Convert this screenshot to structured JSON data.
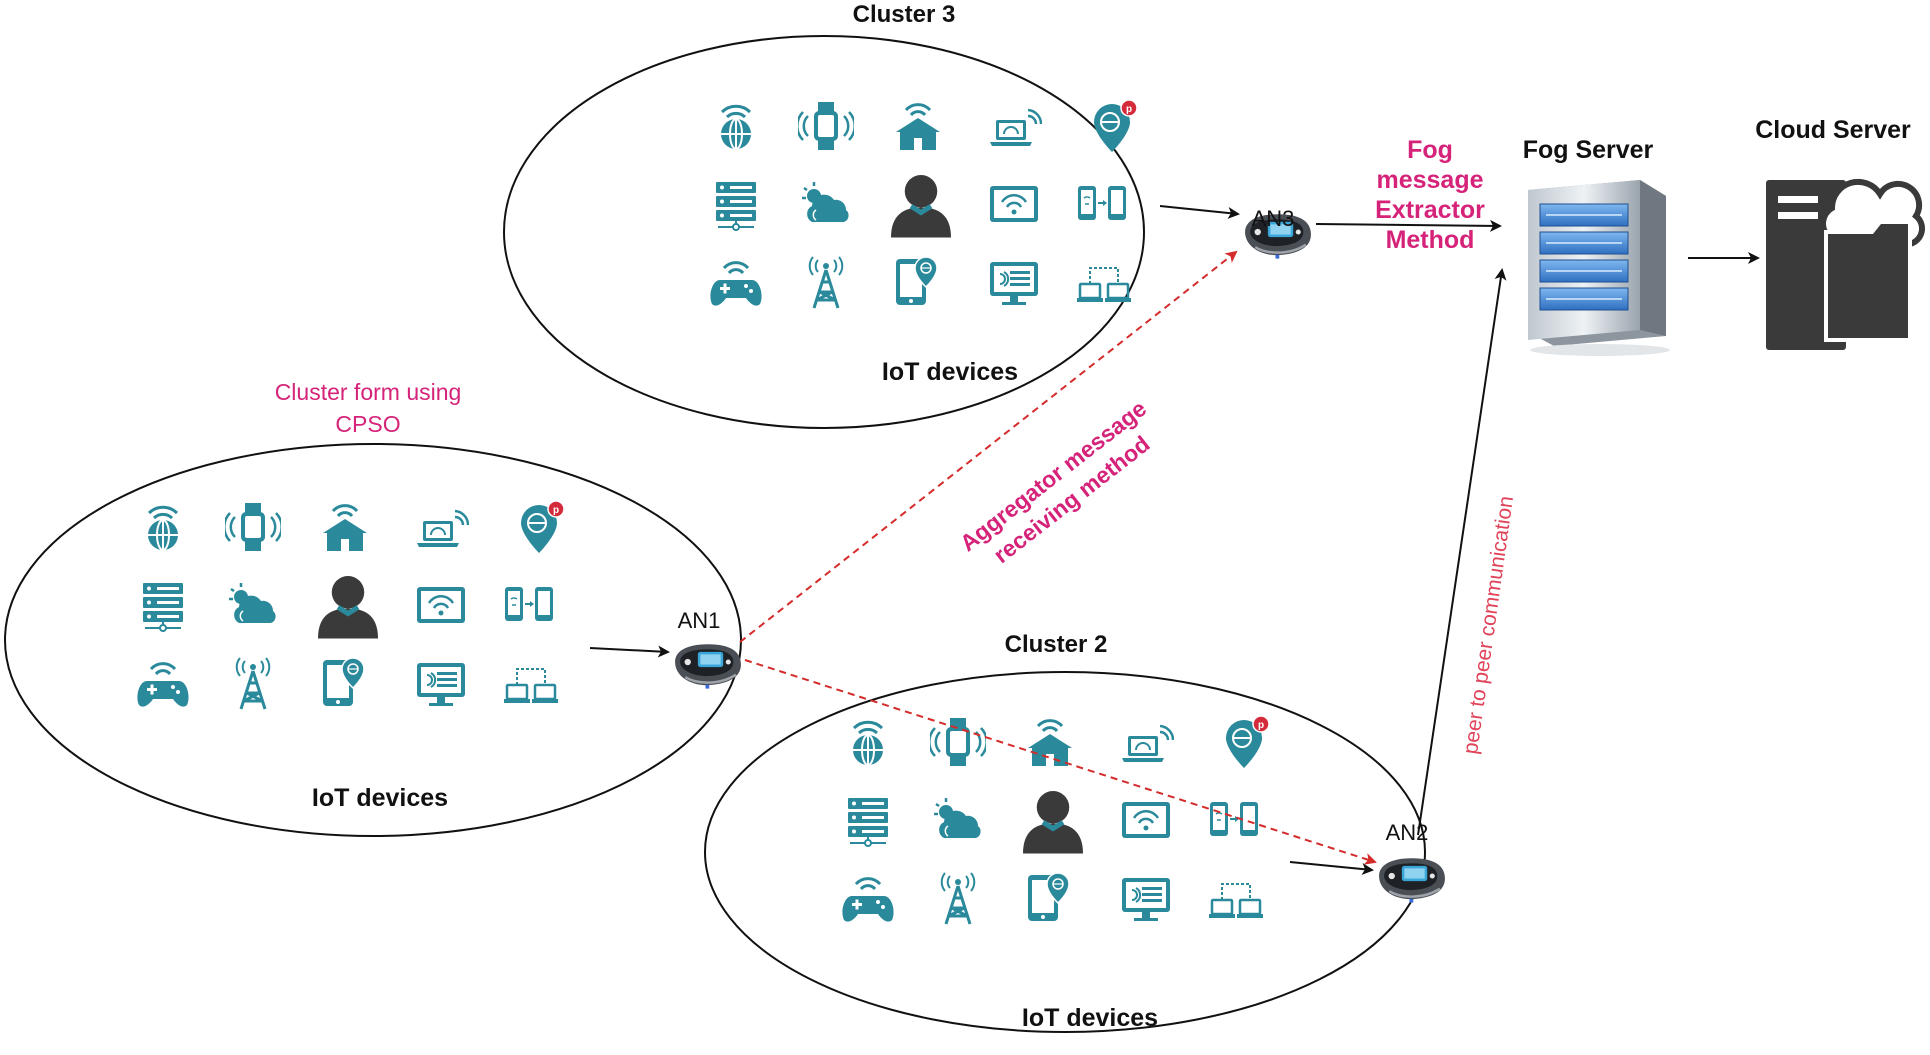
{
  "clusters": {
    "c1": {
      "title": "",
      "devices_label": "IoT devices",
      "node_label": "AN1"
    },
    "c2": {
      "title": "Cluster  2",
      "devices_label": "IoT devices",
      "node_label": "AN2"
    },
    "c3": {
      "title": "Cluster 3",
      "devices_label": "IoT devices",
      "node_label": "AN3"
    }
  },
  "annotations": {
    "cluster_form_line1": "Cluster form using",
    "cluster_form_line2": "CPSO",
    "aggregator_line1": "Aggregator message",
    "aggregator_line2": "receiving method",
    "fog_line1": "Fog",
    "fog_line2": "message",
    "fog_line3": "Extractor",
    "fog_line4": "Method",
    "peer": "peer to peer communication"
  },
  "servers": {
    "fog": "Fog Server",
    "cloud": "Cloud Server"
  },
  "icons": [
    [
      "globe-wifi-icon",
      "smartwatch-icon",
      "smart-home-icon",
      "laptop-wifi-icon",
      "location-pin-icon"
    ],
    [
      "server-rack-icon",
      "weather-cloud-icon",
      "user-avatar-icon",
      "wifi-screen-icon",
      "phone-transfer-icon"
    ],
    [
      "gamepad-icon",
      "cell-tower-icon",
      "tablet-pin-icon",
      "monitor-panel-icon",
      "networked-laptops-icon"
    ]
  ],
  "colors": {
    "teal": "#2a8a9b",
    "dark": "#3a3a3a",
    "magenta": "#d6237a",
    "red_dashed": "#d42b2b",
    "peer_text": "#e0445a"
  }
}
